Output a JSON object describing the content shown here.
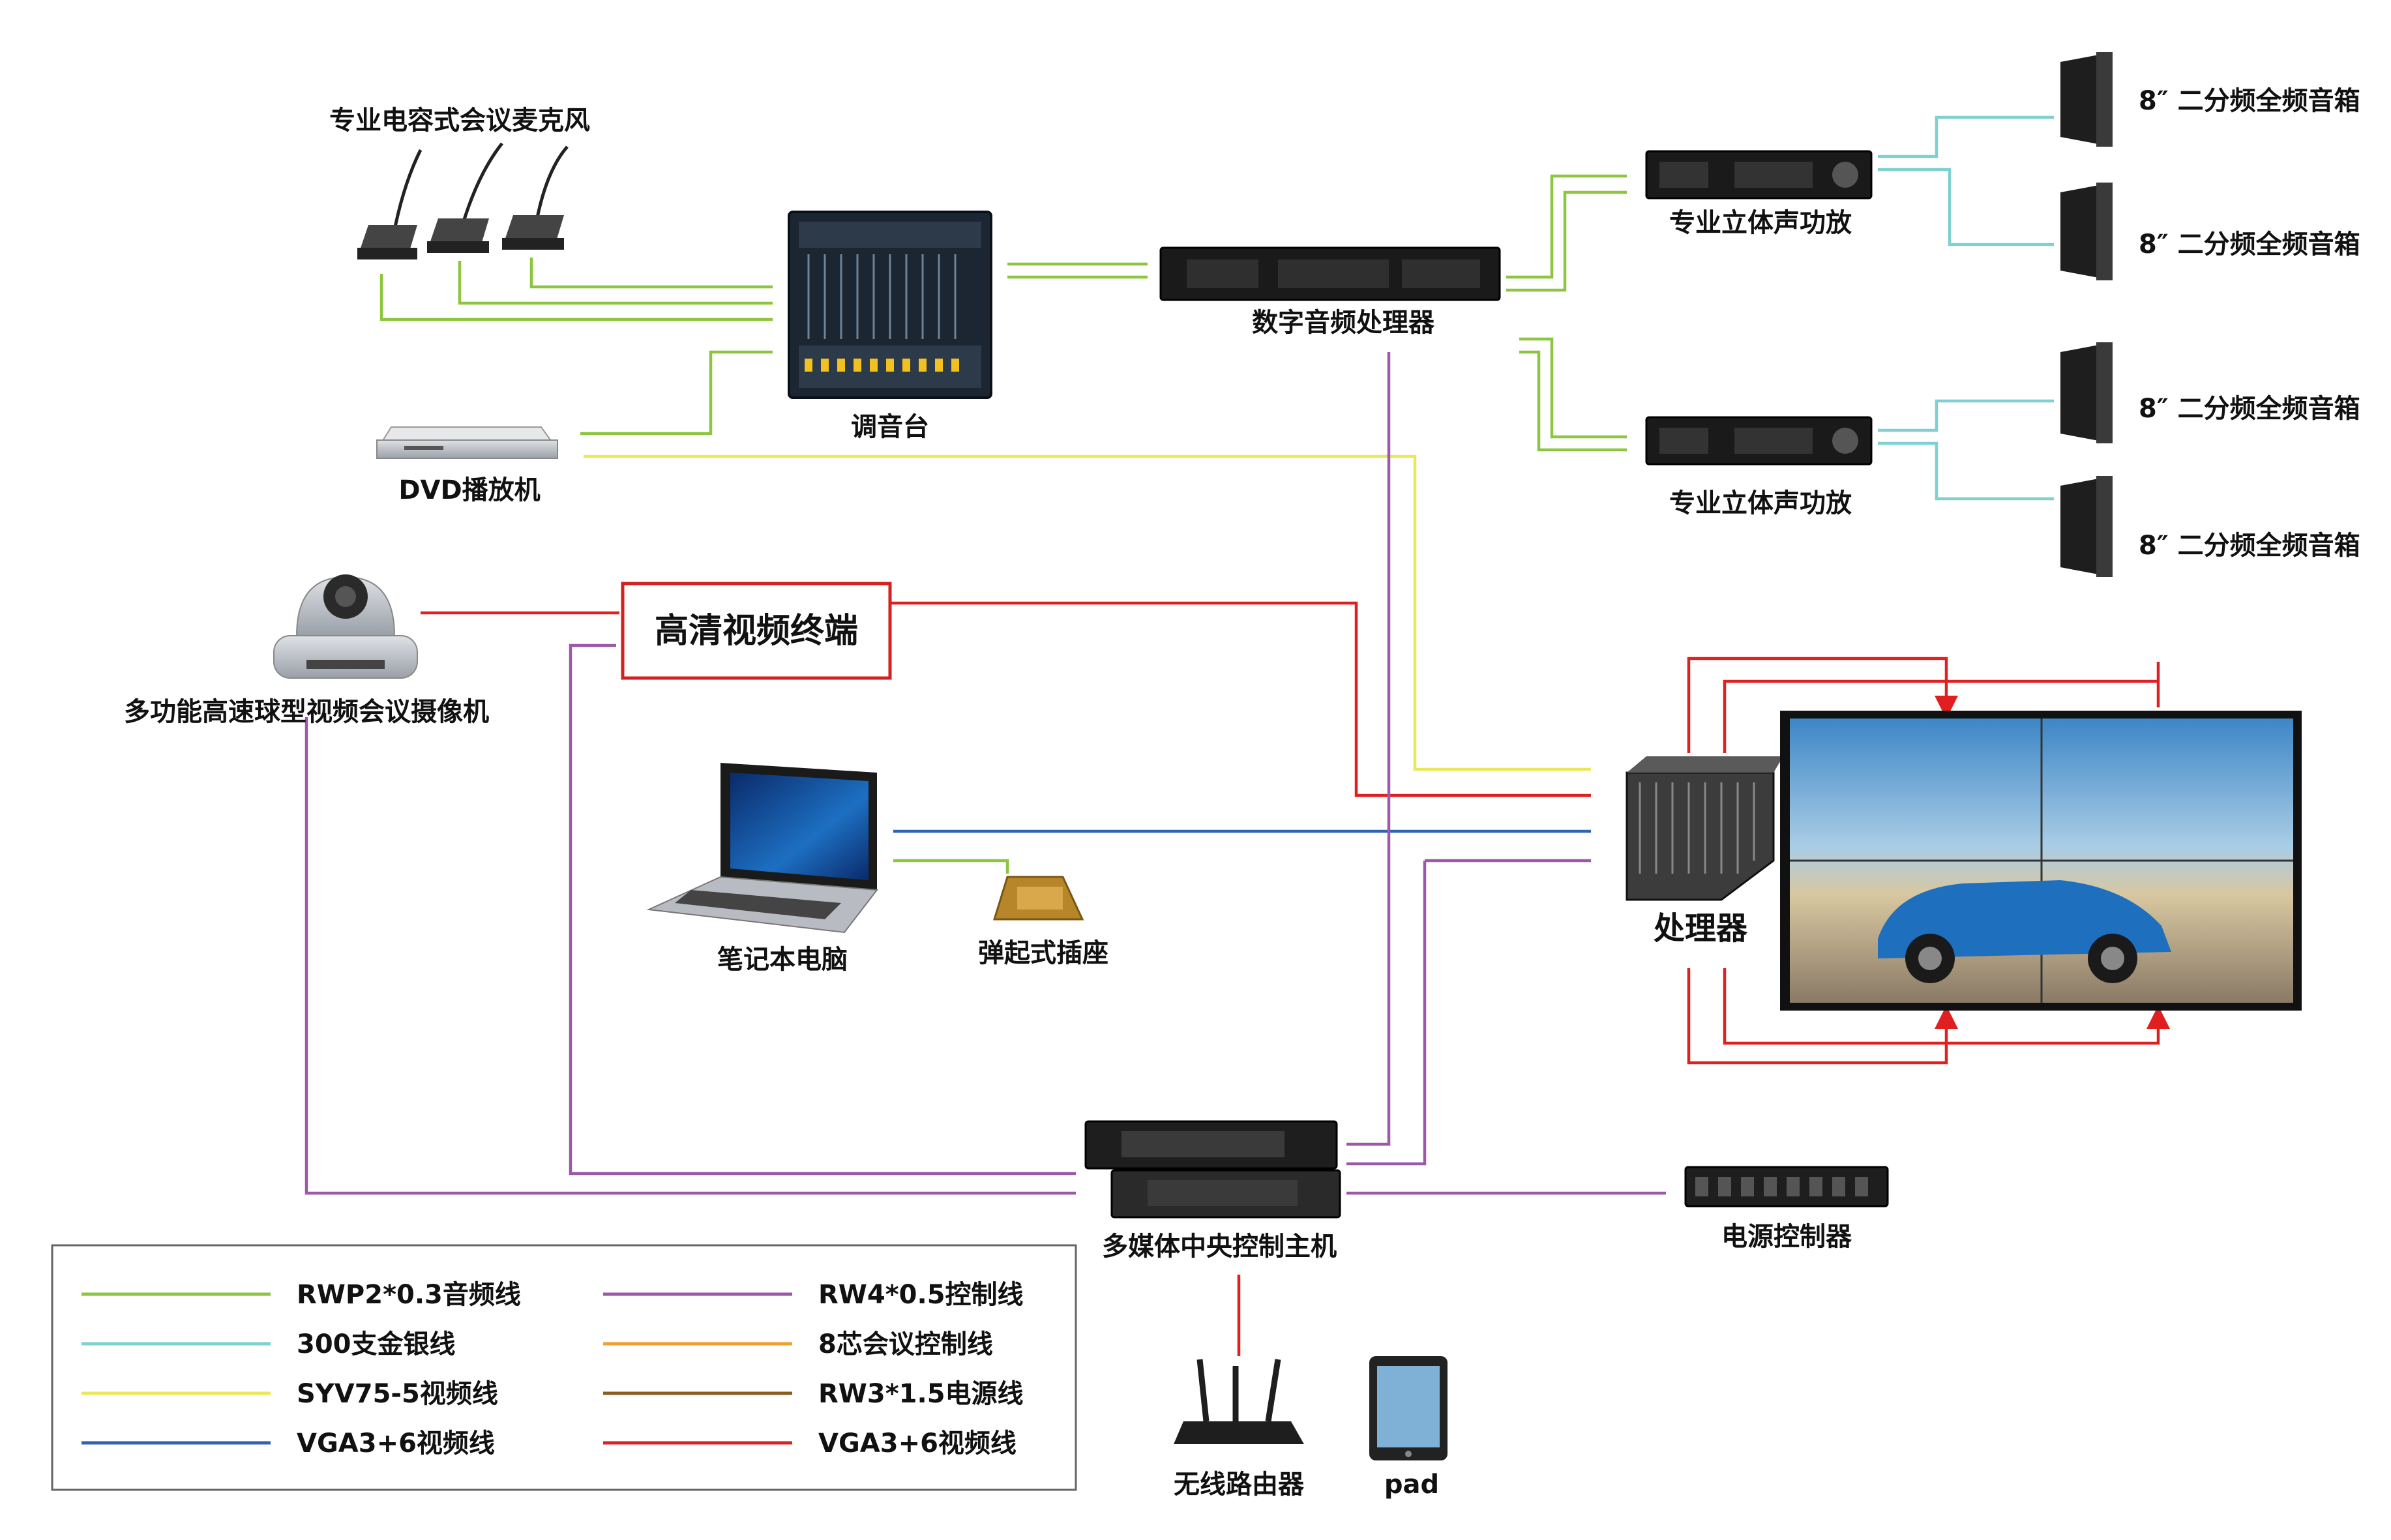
{
  "devices": {
    "microphones": "专业电容式会议麦克风",
    "mixer": "调音台",
    "dvd": "DVD播放机",
    "dsp": "数字音频处理器",
    "amp_top": "专业立体声功放",
    "amp_bottom": "专业立体声功放",
    "speaker_1": "8″ 二分频全频音箱",
    "speaker_2": "8″ 二分频全频音箱",
    "speaker_3": "8″ 二分频全频音箱",
    "speaker_4": "8″ 二分频全频音箱",
    "camera": "多功能高速球型视频会议摄像机",
    "hd_terminal": "高清视频终端",
    "laptop": "笔记本电脑",
    "floor_socket": "弹起式插座",
    "processor": "处理器",
    "central_control": "多媒体中央控制主机",
    "power_controller": "电源控制器",
    "router": "无线路由器",
    "pad": "pad"
  },
  "legend": {
    "items": [
      {
        "label": "RWP2*0.3音频线",
        "color": "#8cc63f"
      },
      {
        "label": "300支金银线",
        "color": "#7fd0d0"
      },
      {
        "label": "SYV75-5视频线",
        "color": "#e8e85a"
      },
      {
        "label": "VGA3+6视频线",
        "color": "#2f62b5"
      },
      {
        "label": "RW4*0.5控制线",
        "color": "#9b59a8"
      },
      {
        "label": "8芯会议控制线",
        "color": "#f0a030"
      },
      {
        "label": "RW3*1.5电源线",
        "color": "#8b5a1e"
      },
      {
        "label": "VGA3+6视频线",
        "color": "#e02020"
      }
    ]
  },
  "colors": {
    "audio": "#8cc63f",
    "speaker_wire": "#7fd0d0",
    "video_yellow": "#e8e85a",
    "vga_blue": "#2f62b5",
    "control_purple": "#9b59a8",
    "vga_red": "#e02020"
  }
}
